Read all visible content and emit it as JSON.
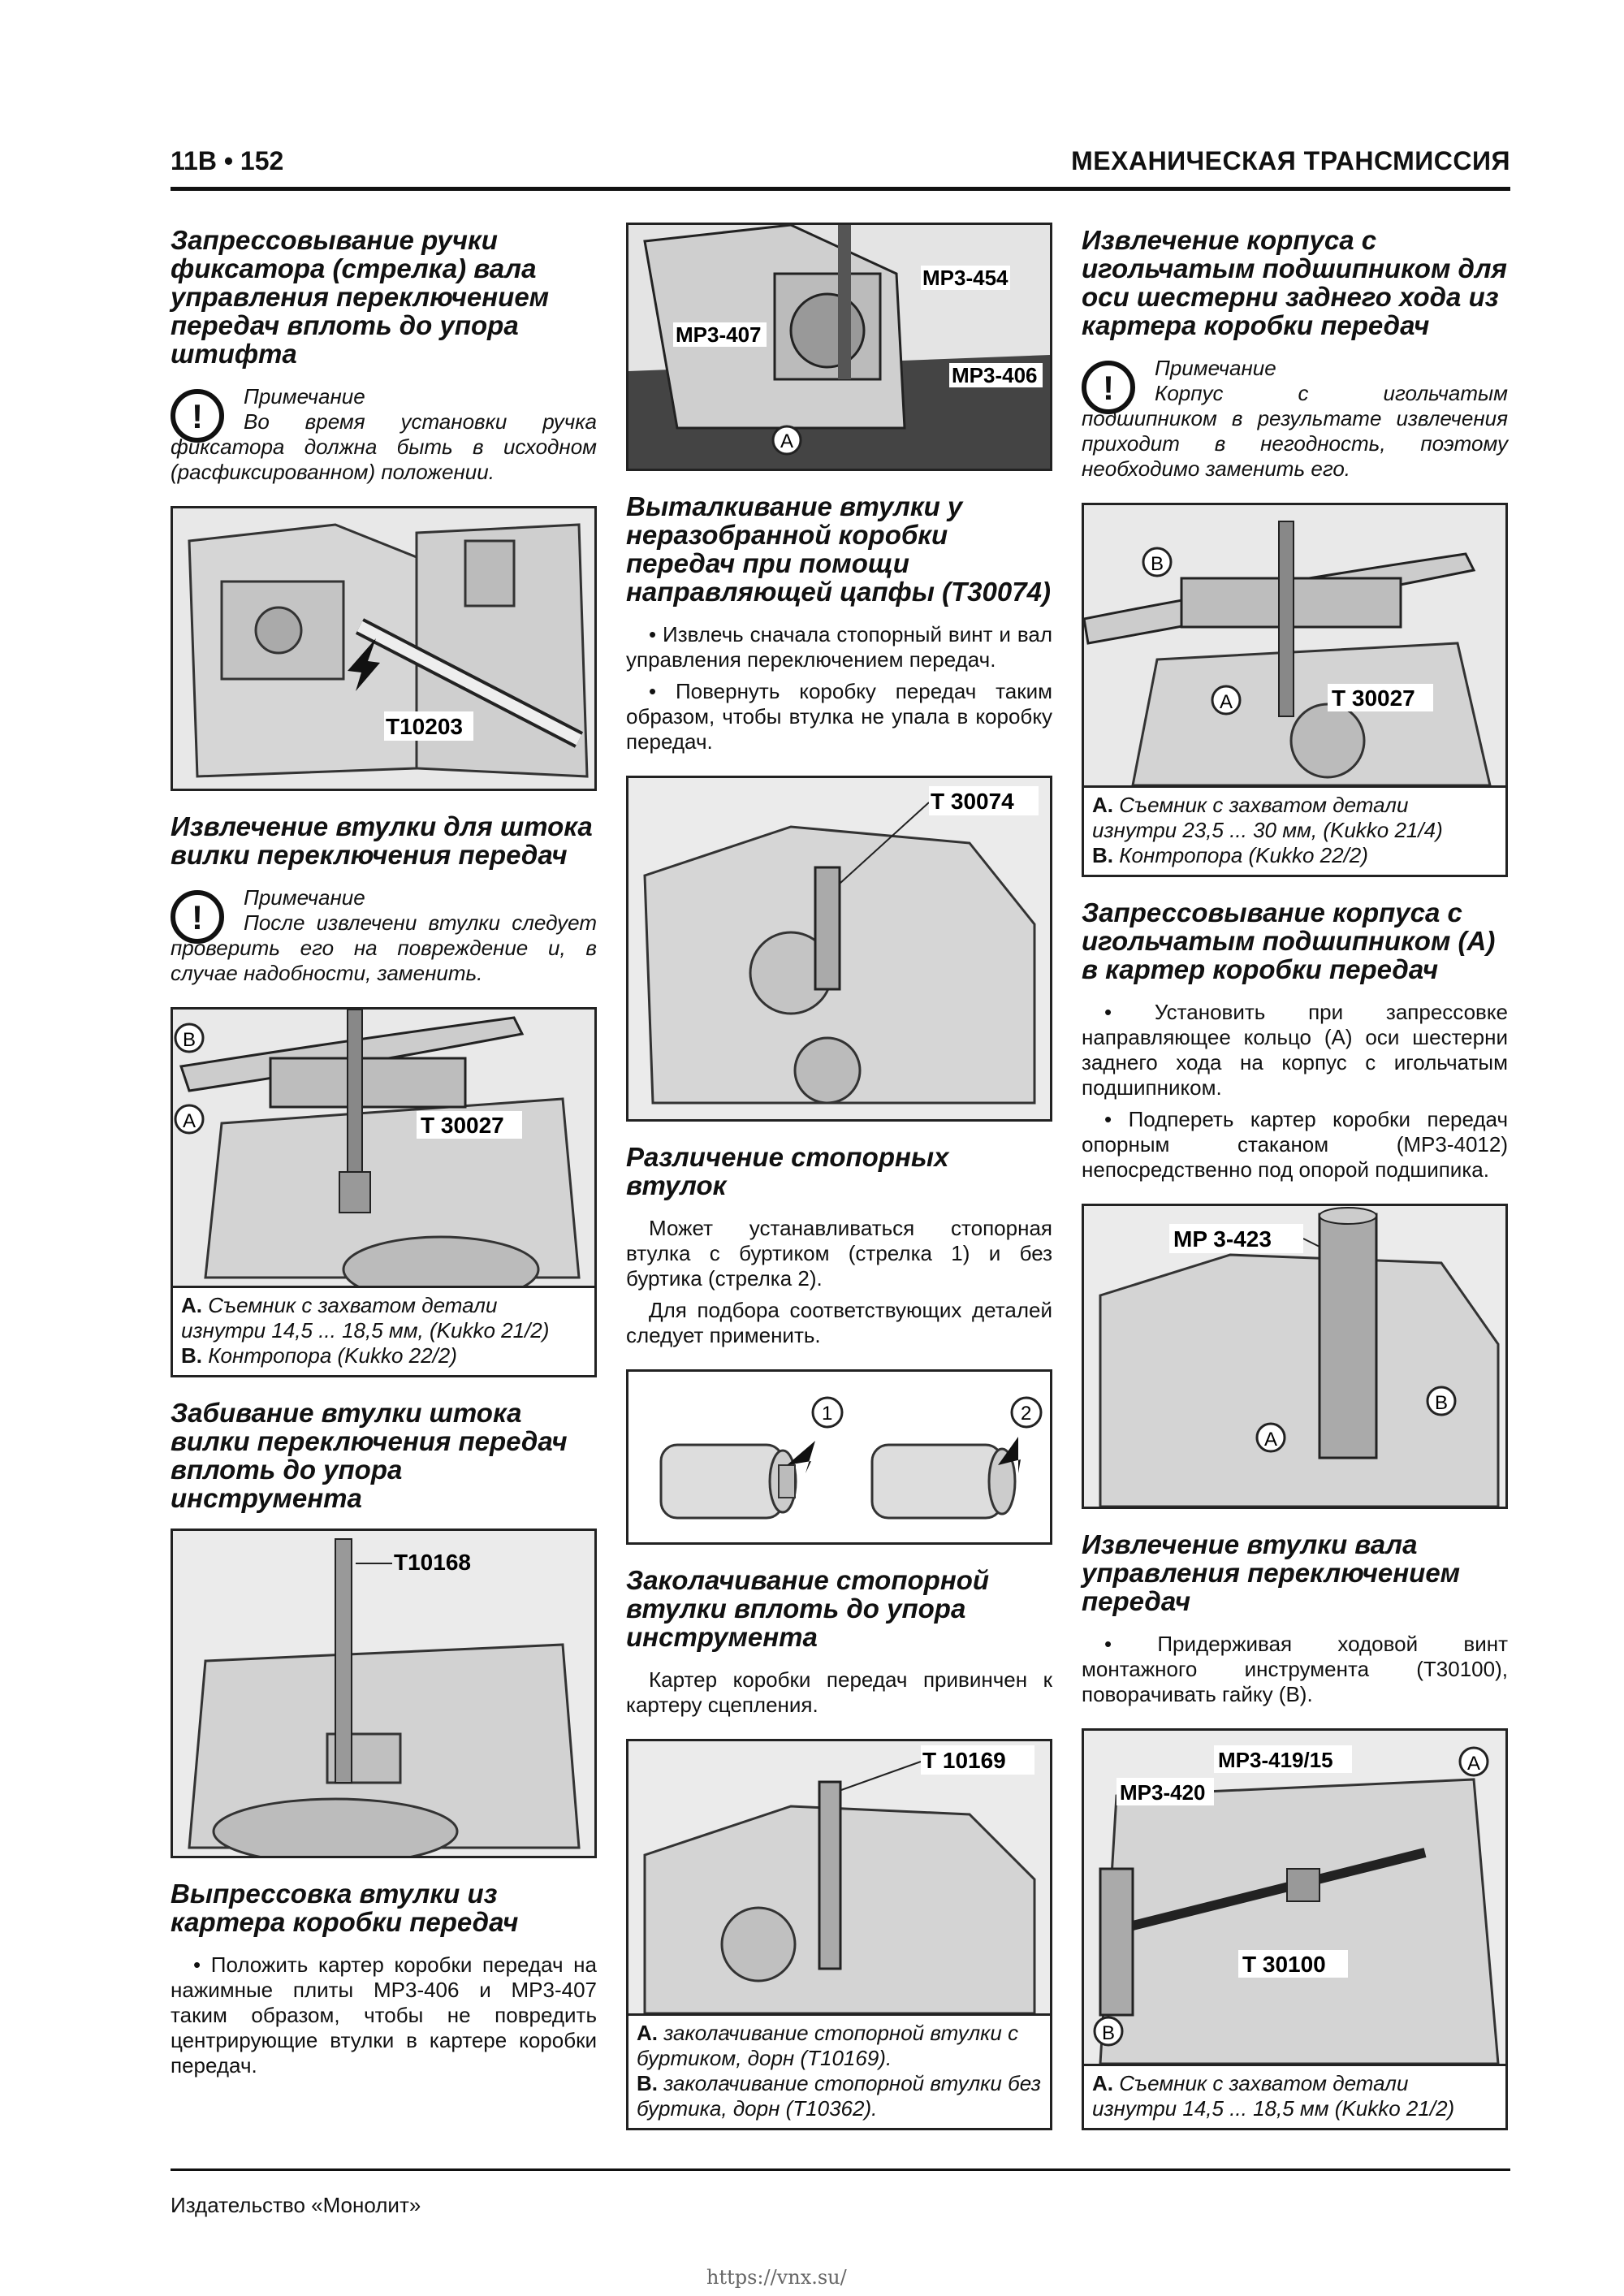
{
  "header": {
    "page": "11B • 152",
    "section": "МЕХАНИЧЕСКАЯ ТРАНСМИССИЯ"
  },
  "col1": {
    "s1_title": "Запрессовывание ручки фиксатора (стрелка) вала управления переключением передач вплоть до упора штифта",
    "note1_head": "Примечание",
    "note1_text": "Во время установки ручка фиксатора должна быть в исходном (расфиксированном) положении.",
    "fig1_label": "T10203",
    "s2_title": "Извлечение втулки для штока вилки переключения передач",
    "note2_head": "Примечание",
    "note2_text": "После извлечени втулки следует проверить его на повреждение и, в случае надобности, заменить.",
    "fig2_label": "T 30027",
    "fig2_cap_a_key": "A.",
    "fig2_cap_a": "Съемник с захватом детали изнутри 14,5 ... 18,5 мм, (Kukko 21/2)",
    "fig2_cap_b_key": "B.",
    "fig2_cap_b": "Контропора (Kukko 22/2)",
    "s3_title": "Забивание втулки штока вилки переключения передач вплоть до упора инструмента",
    "fig3_label": "T10168",
    "s4_title": "Выпрессовка втулки из картера коробки передач",
    "s4_text": "• Положить картер коробки передач на нажимные плиты MP3-406 и MP3-407 таким образом, чтобы не повредить центрирующие втулки в картере коробки передач."
  },
  "col2": {
    "fig1_l1": "MP3-454",
    "fig1_l2": "MP3-407",
    "fig1_l3": "MP3-406",
    "s1_title": "Выталкивание втулки у неразобранной коробки передач при помощи направляющей цапфы (T30074)",
    "s1_p1": "• Извлечь сначала стопорный винт и вал управления переключением передач.",
    "s1_p2": "• Повернуть коробку передач таким образом, чтобы втулка не упала в коробку передач.",
    "fig2_label": "T 30074",
    "s2_title": "Различение стопорных втулок",
    "s2_p1": "Может устанавливаться стопорная втулка с буртиком (стрелка 1) и без буртика (стрелка 2).",
    "s2_p2": "Для подбора соответствующих деталей следует применить.",
    "s3_title": "Заколачивание стопорной втулки вплоть до упора инструмента",
    "s3_p1": "Картер коробки передач привинчен к картеру сцепления.",
    "fig4_label": "T 10169",
    "fig4_cap_a_key": "A.",
    "fig4_cap_a": "заколачивание стопорной втулки с буртиком, дорн (T10169).",
    "fig4_cap_b_key": "B.",
    "fig4_cap_b": "заколачивание стопорной втулки без буртика, дорн (T10362)."
  },
  "col3": {
    "s1_title": "Извлечение корпуса с игольчатым подшипником для оси шестерни заднего хода из картера коробки передач",
    "note_head": "Примечание",
    "note_text": "Корпус с игольчатым подшипником в результате извлечения приходит в негодность, поэтому необходимо заменить его.",
    "fig1_label": "T 30027",
    "fig1_cap_a_key": "A.",
    "fig1_cap_a": "Съемник с захватом детали изнутри 23,5 ... 30 мм, (Kukko 21/4)",
    "fig1_cap_b_key": "B.",
    "fig1_cap_b": "Контропора (Kukko 22/2)",
    "s2_title": "Запрессовывание корпуса с игольчатым подшипником (A) в картер коробки передач",
    "s2_p1": "• Установить при запрессовке направляющее кольцо (A) оси шестерни заднего хода на корпус с игольчатым подшипником.",
    "s2_p2": "• Подпереть картер коробки передач опорным стаканом (MP3-4012) непосредственно под опорой подшипика.",
    "fig2_label": "MP 3-423",
    "s3_title": "Извлечение втулки вала управления переключением передач",
    "s3_p1": "• Придерживая ходовой винт монтажного инструмента (T30100), поворачивать гайку (B).",
    "fig3_l1": "MP3-419/15",
    "fig3_l2": "MP3-420",
    "fig3_l3": "T 30100",
    "fig3_cap_a_key": "A.",
    "fig3_cap_a": "Съемник с захватом детали изнутри 14,5 ... 18,5 мм (Kukko 21/2)"
  },
  "markers": {
    "a": "A",
    "b": "B",
    "one": "1",
    "two": "2"
  },
  "footer": {
    "publisher": "Издательство «Монолит»",
    "url": "https://vnx.su/"
  }
}
